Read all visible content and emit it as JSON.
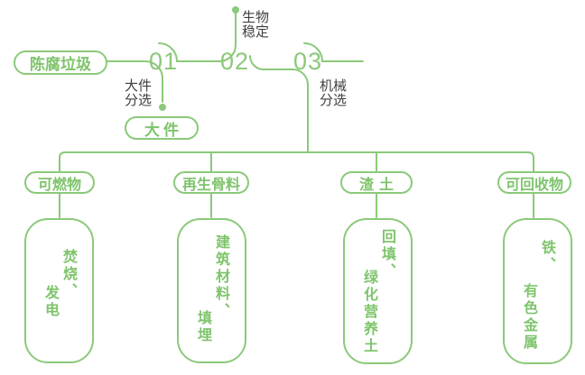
{
  "diagram": {
    "title_implicit": "",
    "source": {
      "label": "陈腐垃圾"
    },
    "steps": [
      {
        "number": "01",
        "label_line1": "大件",
        "label_line2": "分选",
        "branch_output": "大件"
      },
      {
        "number": "02",
        "label_line1": "生物",
        "label_line2": "稳定"
      },
      {
        "number": "03",
        "label_line1": "机械",
        "label_line2": "分选"
      }
    ],
    "categories": [
      {
        "name": "可燃物",
        "result_part1": "焚烧、",
        "result_part2": "发电"
      },
      {
        "name": "再生骨料",
        "result_part1": "建筑材料、",
        "result_part2": "填埋"
      },
      {
        "name": "渣土",
        "result_part1": "回填、",
        "result_part2": "绿化营养土"
      },
      {
        "name": "可回收物",
        "result_part1": "铁、",
        "result_part2": "有色金属"
      }
    ],
    "colors": {
      "line_green": "#8BC97A",
      "text_green": "#7EC46C",
      "label_dark": "#3F3F3F",
      "background": "#FFFFFF"
    }
  }
}
